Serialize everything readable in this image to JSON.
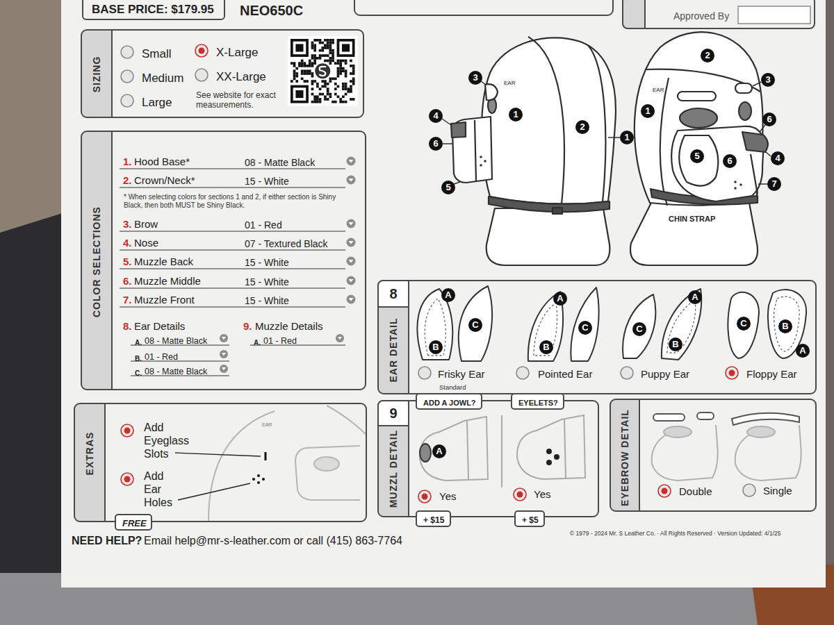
{
  "diagram": {
    "nodes": [
      {
        "text": [
          "BASE PRICE: $179.95"
        ]
      },
      {
        "text": [
          "Approved By"
        ]
      },
      {
        "text": [
          "SIZING",
          "Small",
          "Medium",
          "Large",
          "X-Large",
          "XX-Large",
          "See website for exact measurements."
        ]
      },
      {
        "text": [
          "COLOR SELECTIONS",
          "1.",
          "Hood Base*",
          "08 - Matte Black",
          "2.",
          "Crown/Neck*",
          "15 - White",
          "* When selecting colors for sections 1 and 2, if either section is Shiny Black, then both MUST be Shiny Black.",
          "3.",
          "Brow",
          "01 - Red",
          "4.",
          "Nose",
          "07 - Textured Black",
          "5.",
          "Muzzle Back",
          "15 - White",
          "6.",
          "Muzzle Middle",
          "15 - White",
          "7.",
          "Muzzle Front",
          "15 - White",
          "8.",
          "Ear Details",
          "A.",
          "08 - Matte Black",
          "B.",
          "01 - Red",
          "C.",
          "08 - Matte Black",
          "9.",
          "Muzzle Details",
          "A.",
          "01 - Red"
        ]
      },
      {
        "text": [
          "EAR DETAIL",
          "Frisky Ear",
          "Standard",
          "Pointed Ear",
          "Puppy Ear",
          "Floppy Ear"
        ]
      },
      {
        "text": [
          "8"
        ],
        "in": 4
      },
      {
        "text": [
          "EXTRAS",
          "Add Eyeglass Slots",
          "Add Ear Holes"
        ]
      },
      {
        "text": [
          "FREE"
        ],
        "in": 6
      },
      {
        "text": [
          "MUZZL DETAIL",
          "Yes",
          "Yes"
        ]
      },
      {
        "text": [
          "9"
        ],
        "in": 8
      },
      {
        "text": [
          "ADD A JOWL?"
        ],
        "in": 8
      },
      {
        "text": [
          "EYELETS?"
        ],
        "in": 8
      },
      {
        "text": [
          "+ $15"
        ],
        "in": 8
      },
      {
        "text": [
          "+ $5"
        ],
        "in": 8
      },
      {
        "text": [
          "EYEBROW DETAIL",
          "Double",
          "Single"
        ]
      }
    ],
    "labels": [
      "NEO650C",
      "3",
      "EAR",
      "1",
      "2",
      "1",
      "4",
      "6",
      "5",
      "2",
      "EAR",
      "3",
      "1",
      "6",
      "5",
      "6",
      "4",
      "7",
      "CHIN STRAP",
      "A",
      "C",
      "B",
      "A",
      "C",
      "B",
      "A",
      "C",
      "B",
      "C",
      "B",
      "A",
      "A",
      "EAR",
      "NEED HELP?",
      "Email help@mr-s-leather.com or call (415) 863-7764",
      "© 1979 - 2024 Mr. S Leather Co. · All Rights Reserved · Version Updated: 4/1/25"
    ]
  }
}
